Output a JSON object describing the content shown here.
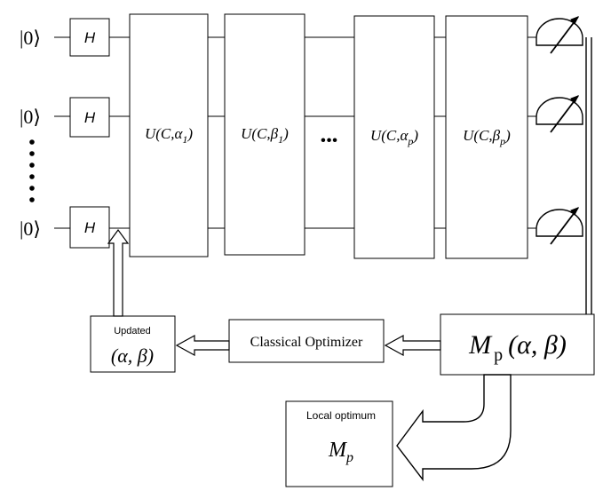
{
  "qubits": [
    {
      "ket": "|0⟩",
      "gate": "H"
    },
    {
      "ket": "|0⟩",
      "gate": "H"
    },
    {
      "ket": "|0⟩",
      "gate": "H"
    }
  ],
  "unitaries": [
    {
      "base": "U(C,α",
      "sub": "1",
      "close": ")"
    },
    {
      "base": "U(C,β",
      "sub": "1",
      "close": ")"
    },
    {
      "base": "U(C,α",
      "sub": "p",
      "close": ")"
    },
    {
      "base": "U(C,β",
      "sub": "p",
      "close": ")"
    }
  ],
  "ellipsis_horizontal": "•••",
  "expectation": {
    "main": "M",
    "sub": "p",
    "args": "(α, β)"
  },
  "optimizer": {
    "label": "Classical Optimizer"
  },
  "updated": {
    "title": "Updated",
    "params": "(α, β)"
  },
  "local_optimum": {
    "title": "Local optimum",
    "main": "M",
    "sub": "p"
  },
  "colors": {
    "stroke": "#000000",
    "background": "#ffffff"
  }
}
